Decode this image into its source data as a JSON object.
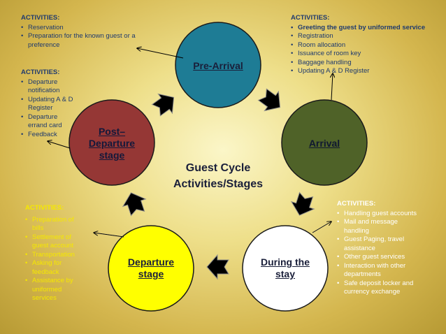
{
  "center_title": {
    "line1": "Guest Cycle",
    "line2": "Activities/Stages"
  },
  "stages": {
    "pre_arrival": {
      "label": "Pre-Arrival",
      "color": "#1e7c95"
    },
    "arrival": {
      "label": "Arrival",
      "color": "#4f6228"
    },
    "during_stay": {
      "line1": "During the",
      "line2": "stay",
      "color": "#ffffff"
    },
    "departure": {
      "line1": "Departure",
      "line2": "stage",
      "color": "#ffff00"
    },
    "post_departure": {
      "line1": "Post–",
      "line2": "Departure",
      "line3": "stage",
      "color": "#953735"
    }
  },
  "panels": {
    "pre_arrival": {
      "heading": "ACTIVITIES:",
      "items": [
        "Reservation",
        "Preparation for the known guest or a preference"
      ]
    },
    "arrival": {
      "heading": "ACTIVITIES:",
      "items": [
        "Greeting the guest by uniformed service",
        "Registration",
        "Room allocation",
        "Issuance of room key",
        "Baggage handling",
        "Updating A & D Register"
      ]
    },
    "post_departure": {
      "heading": "ACTIVITIES:",
      "items": [
        "Departure notification",
        "Updating A & D Register",
        "Departure errand card",
        "Feedback"
      ]
    },
    "during_stay": {
      "heading": "ACTIVITIES:",
      "items": [
        "Handling guest accounts",
        "Mail and message handling",
        "Guest Paging, travel assistance",
        "Other guest services",
        "Interaction with other departments",
        "Safe deposit locker and currency exchange"
      ]
    },
    "departure": {
      "heading": "ACTIVITIES:",
      "items": [
        "Preparation of bills",
        "Settlement of guest account",
        "Transportation",
        "Asking for feedback",
        "Assistance by uniformed services"
      ]
    }
  },
  "colors": {
    "text_blue": "#1f3a6e",
    "arrow_black": "#000000",
    "background": "#eedf8a"
  }
}
